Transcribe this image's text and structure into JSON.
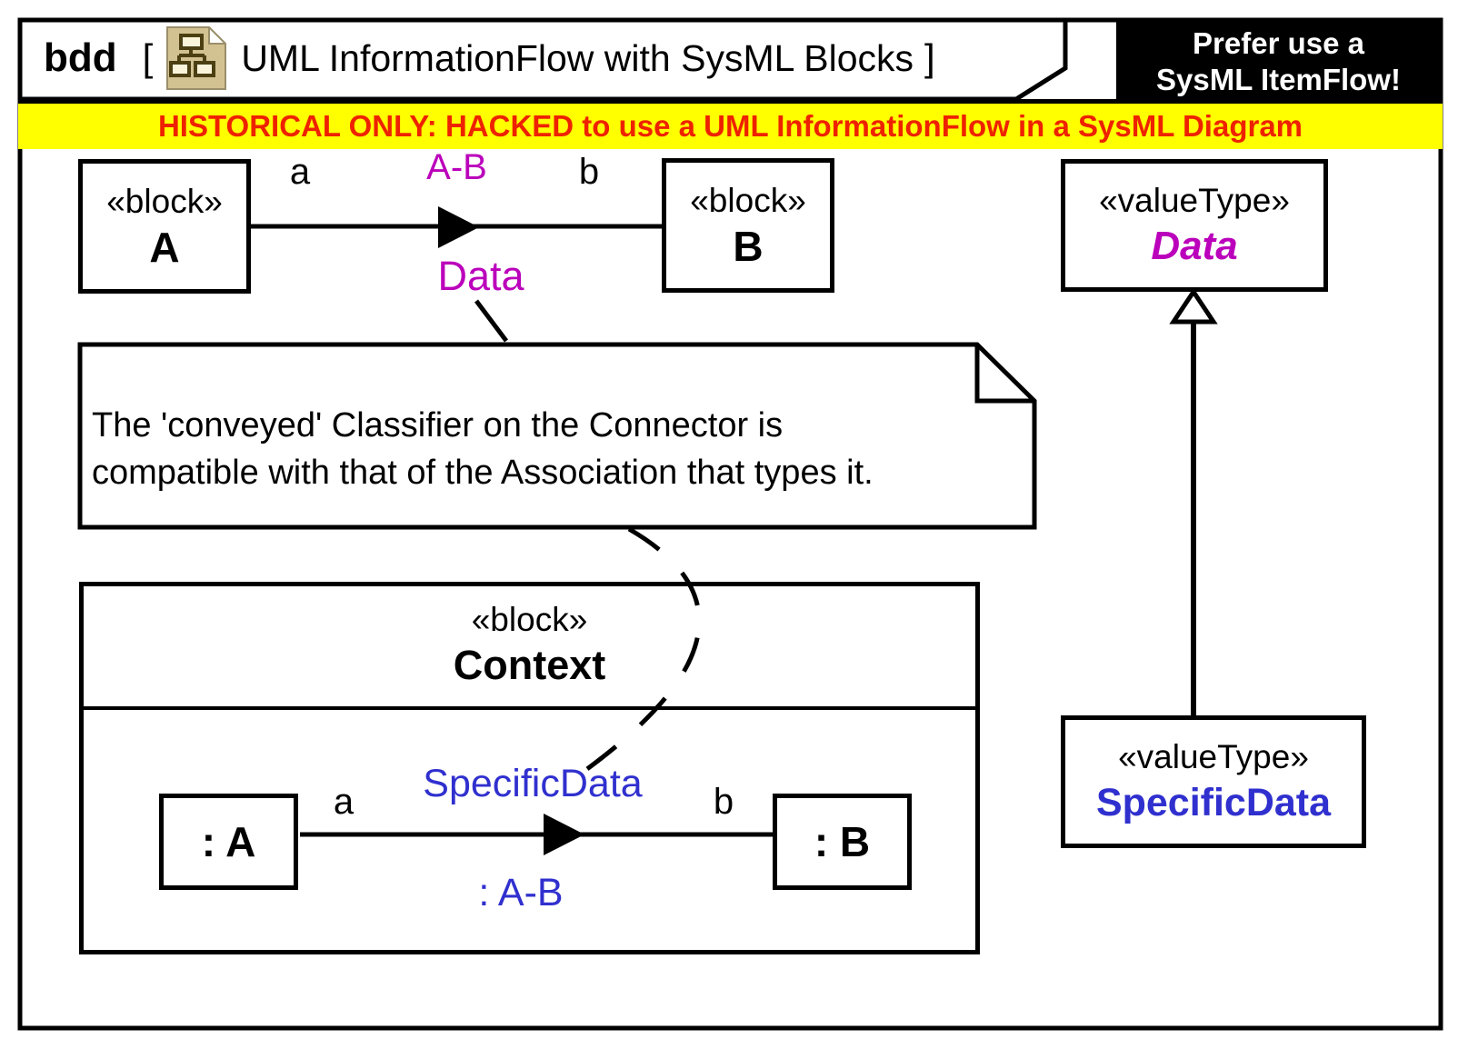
{
  "frame": {
    "kind_label": "bdd",
    "bracket_open": "[",
    "title": "UML InformationFlow with SysML Blocks",
    "bracket_close": "]"
  },
  "callout": {
    "line1": "Prefer use a",
    "line2": "SysML ItemFlow!"
  },
  "banner": {
    "text": "HISTORICAL ONLY: HACKED to use a UML InformationFlow in a SysML Diagram"
  },
  "nodes": {
    "block_a": {
      "stereotype": "«block»",
      "name": "A"
    },
    "block_b": {
      "stereotype": "«block»",
      "name": "B"
    },
    "valuetype_data": {
      "stereotype": "«valueType»",
      "name": "Data"
    },
    "valuetype_specificdata": {
      "stereotype": "«valueType»",
      "name": "SpecificData"
    },
    "context": {
      "stereotype": "«block»",
      "name": "Context"
    },
    "part_a": {
      "name": ": A"
    },
    "part_b": {
      "name": ": B"
    }
  },
  "flows": {
    "top": {
      "role_a": "a",
      "association_name": "A-B",
      "role_b": "b",
      "conveyed": "Data"
    },
    "context": {
      "role_a": "a",
      "conveyed": "SpecificData",
      "role_b": "b",
      "connector_name": ": A-B"
    }
  },
  "note": {
    "line1": "The 'conveyed' Classifier on the Connector is",
    "line2": "compatible with that of the Association that types it."
  },
  "colors": {
    "magenta": "#bb00bb",
    "blue": "#3030cf",
    "banner_red": "#ee2200",
    "banner_yellow": "#ffff00",
    "callout_bg": "#000000"
  }
}
